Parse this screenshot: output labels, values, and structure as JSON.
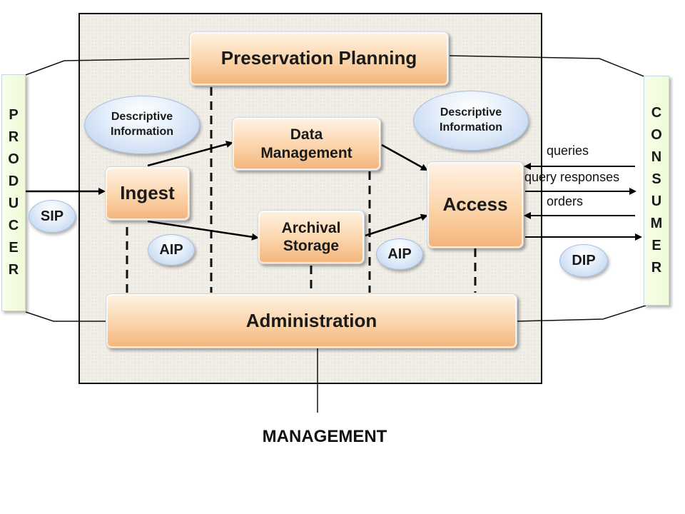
{
  "nodes": {
    "preservation_planning": "Preservation Planning",
    "ingest": "Ingest",
    "data_management_l1": "Data",
    "data_management_l2": "Management",
    "archival_storage_l1": "Archival",
    "archival_storage_l2": "Storage",
    "access": "Access",
    "administration": "Administration"
  },
  "ovals": {
    "desc_left_l1": "Descriptive",
    "desc_left_l2": "Information",
    "desc_right_l1": "Descriptive",
    "desc_right_l2": "Information",
    "sip": "SIP",
    "aip_left": "AIP",
    "aip_right": "AIP",
    "dip": "DIP"
  },
  "producer_letters": [
    "P",
    "R",
    "O",
    "D",
    "U",
    "C",
    "E",
    "R"
  ],
  "consumer_letters": [
    "C",
    "O",
    "N",
    "S",
    "U",
    "M",
    "E",
    "R"
  ],
  "flows": {
    "queries": "queries",
    "query_responses": "query responses",
    "orders": "orders"
  },
  "management": "MANAGEMENT"
}
